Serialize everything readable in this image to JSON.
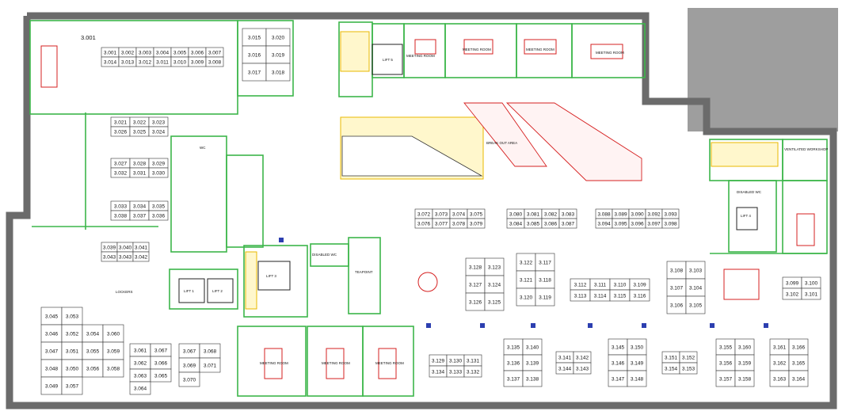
{
  "colors": {
    "wall": "#6b6b6b",
    "partition": "#3cb64a",
    "furniture": "#d62020",
    "stair": "#e8b800",
    "window": "#2c3fb0",
    "void": "#9e9e9e"
  },
  "room_labels": {
    "r3001": "3.001",
    "lift5": "LIFT 5",
    "lift4": "LIFT 4",
    "lift3": "LIFT 3",
    "lift1": "LIFT 1",
    "lift2": "LIFT 2",
    "meeting1": "MEETING ROOM",
    "meeting2": "MEETING ROOM",
    "meeting3": "MEETING ROOM",
    "meeting4": "MEETING ROOM",
    "meeting5": "MEETING ROOM",
    "meeting6": "MEETING ROOM",
    "meeting7": "MEETING ROOM",
    "breakout": "BREAK OUT AREA",
    "disabled_wc1": "DISABLED WC",
    "disabled_wc2": "DISABLED WC",
    "teapoint": "TEAPOINT",
    "ventilated": "VENTILATED WORKSHOP",
    "lockers": "LOCKERS",
    "wc": "WC"
  },
  "desk_blocks": [
    {
      "rows": [
        [
          "3.001",
          "3.002",
          "3.003",
          "3.004",
          "3.005",
          "3.006",
          "3.007"
        ],
        [
          "3.014",
          "3.013",
          "3.012",
          "3.011",
          "3.010",
          "3.009",
          "3.008"
        ]
      ]
    },
    {
      "rows": [
        [
          "3.015",
          "3.020"
        ],
        [
          "3.016",
          "3.019"
        ],
        [
          "3.017",
          "3.018"
        ]
      ]
    },
    {
      "rows": [
        [
          "3.021",
          "3.022",
          "3.023"
        ],
        [
          "3.026",
          "3.025",
          "3.024"
        ]
      ]
    },
    {
      "rows": [
        [
          "3.027",
          "3.028",
          "3.029"
        ],
        [
          "3.032",
          "3.031",
          "3.030"
        ]
      ]
    },
    {
      "rows": [
        [
          "3.033",
          "3.034",
          "3.035"
        ],
        [
          "3.038",
          "3.037",
          "3.036"
        ]
      ]
    },
    {
      "rows": [
        [
          "3.039",
          "3.040",
          "3.041"
        ],
        [
          "3.043",
          "3.043",
          "3.042"
        ]
      ]
    },
    {
      "rows": [
        [
          "3.072",
          "3.073",
          "3.074",
          "3.075"
        ],
        [
          "3.076",
          "3.077",
          "3.078",
          "3.079"
        ]
      ]
    },
    {
      "rows": [
        [
          "3.080",
          "3.081",
          "3.082",
          "3.083"
        ],
        [
          "3.084",
          "3.085",
          "3.086",
          "3.087"
        ]
      ]
    },
    {
      "rows": [
        [
          "3.088",
          "3.089",
          "3.090",
          "3.092",
          "3.093"
        ],
        [
          "3.094",
          "3.095",
          "3.096",
          "3.097",
          "3.098"
        ]
      ]
    },
    {
      "rows": [
        [
          "3.128",
          "3.123"
        ],
        [
          "3.127",
          "3.124"
        ],
        [
          "3.126",
          "3.125"
        ]
      ]
    },
    {
      "rows": [
        [
          "3.122",
          "3.117"
        ],
        [
          "3.121",
          "3.118"
        ],
        [
          "3.120",
          "3.119"
        ]
      ]
    },
    {
      "rows": [
        [
          "3.112",
          "3.111",
          "3.110",
          "3.109"
        ],
        [
          "3.113",
          "3.114",
          "3.115",
          "3.116"
        ]
      ]
    },
    {
      "rows": [
        [
          "3.108",
          "3.103"
        ],
        [
          "3.107",
          "3.104"
        ],
        [
          "3.106",
          "3.105"
        ]
      ]
    },
    {
      "rows": [
        [
          "3.099",
          "3.100"
        ],
        [
          "3.102",
          "3.101"
        ]
      ]
    },
    {
      "rows": [
        [
          "3.045",
          "3.053"
        ],
        [
          "3.046",
          "3.052",
          "3.054",
          "3.060"
        ],
        [
          "3.047",
          "3.051",
          "3.055",
          "3.059"
        ],
        [
          "3.048",
          "3.050",
          "3.056",
          "3.058"
        ],
        [
          "3.049",
          "3.057"
        ]
      ]
    },
    {
      "rows": [
        [
          "3.061",
          "3.067"
        ],
        [
          "3.062",
          "3.066"
        ],
        [
          "3.063",
          "3.065"
        ],
        [
          "3.064"
        ]
      ]
    },
    {
      "rows": [
        [
          "3.067",
          "3.068"
        ],
        [
          "3.069",
          "3.071"
        ],
        [
          "3.070"
        ]
      ]
    },
    {
      "rows": [
        [
          "3.129",
          "3.130",
          "3.131"
        ],
        [
          "3.134",
          "3.133",
          "3.132"
        ]
      ]
    },
    {
      "rows": [
        [
          "3.135",
          "3.140"
        ],
        [
          "3.136",
          "3.139"
        ],
        [
          "3.137",
          "3.138"
        ]
      ]
    },
    {
      "rows": [
        [
          "3.141",
          "3.142"
        ],
        [
          "3.144",
          "3.143"
        ]
      ]
    },
    {
      "rows": [
        [
          "3.145",
          "3.150"
        ],
        [
          "3.146",
          "3.149"
        ],
        [
          "3.147",
          "3.148"
        ]
      ]
    },
    {
      "rows": [
        [
          "3.151",
          "3.152"
        ],
        [
          "3.154",
          "3.153"
        ]
      ]
    },
    {
      "rows": [
        [
          "3.155",
          "3.160"
        ],
        [
          "3.156",
          "3.159"
        ],
        [
          "3.157",
          "3.158"
        ]
      ]
    },
    {
      "rows": [
        [
          "3.161",
          "3.166"
        ],
        [
          "3.162",
          "3.165"
        ],
        [
          "3.163",
          "3.164"
        ]
      ]
    }
  ]
}
